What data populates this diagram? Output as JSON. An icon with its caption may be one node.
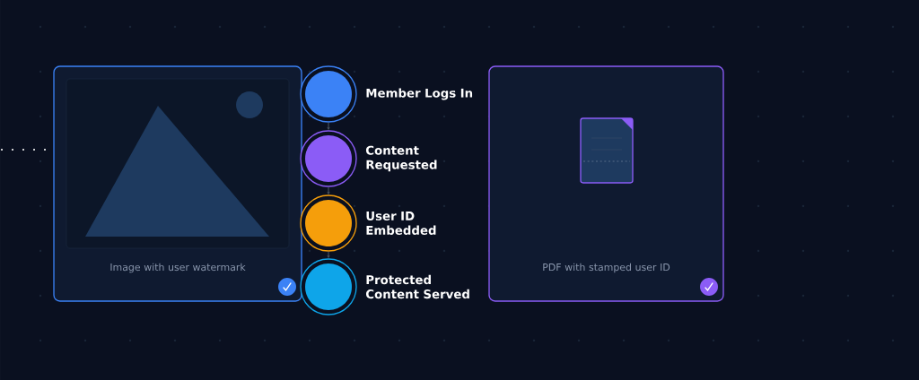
{
  "diagram": {
    "nodes": [
      {
        "text": [
          "Image with user watermark"
        ]
      },
      {
        "text": [],
        "shape": "circle",
        "beside": [
          "Member Logs In"
        ]
      },
      {
        "text": [],
        "shape": "circle",
        "beside": [
          "Content Requested"
        ]
      },
      {
        "text": [],
        "shape": "circle",
        "beside": [
          "User ID Embedded"
        ]
      },
      {
        "text": [],
        "shape": "circle",
        "beside": [
          "Protected Content Served"
        ]
      },
      {
        "text": [
          "PDF with stamped user ID"
        ]
      }
    ],
    "edges": [
      {
        "from": 1,
        "to": 2,
        "arrow": "to"
      },
      {
        "from": 2,
        "to": 3,
        "arrow": "to"
      },
      {
        "from": 3,
        "to": 4,
        "arrow": "to"
      }
    ]
  }
}
